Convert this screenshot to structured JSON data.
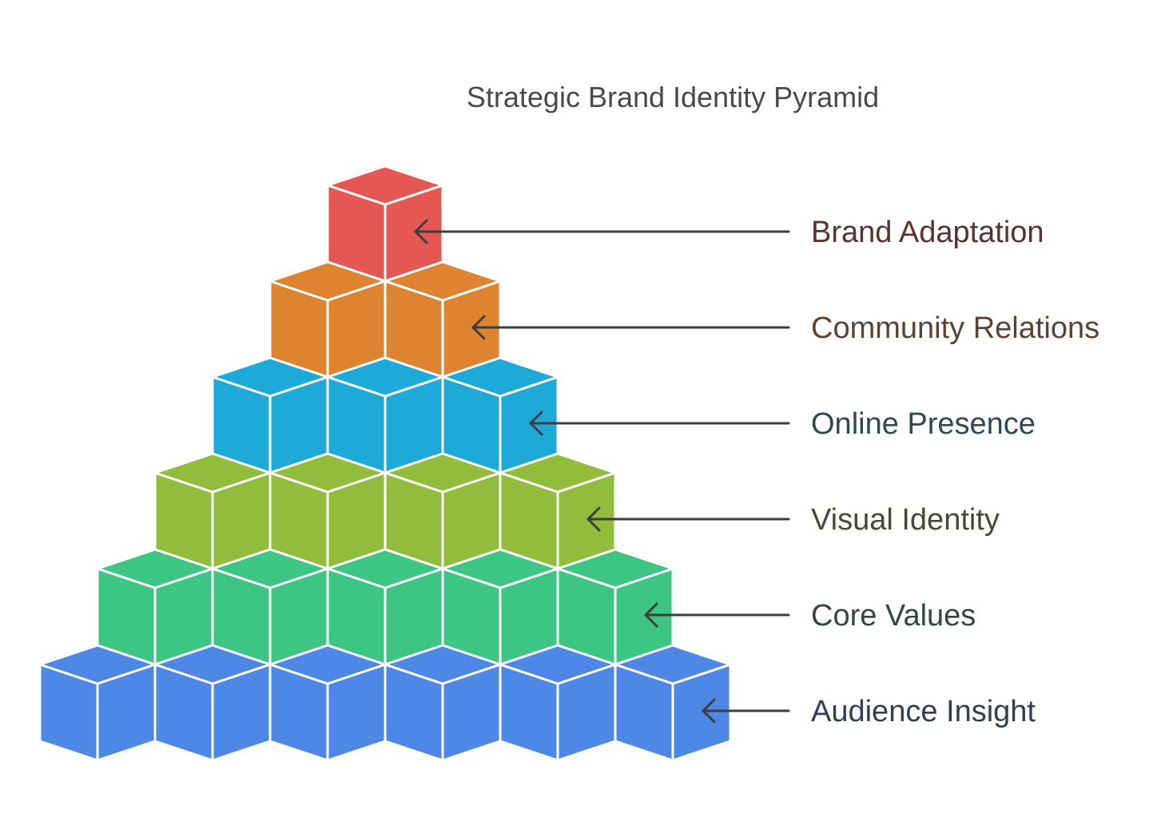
{
  "title": "Strategic Brand Identity Pyramid",
  "layers": [
    {
      "label": "Brand Adaptation",
      "cubes": 1,
      "color": "#e55753",
      "label_color": "#5a3232"
    },
    {
      "label": "Community Relations",
      "cubes": 2,
      "color": "#de8431",
      "label_color": "#5b4330"
    },
    {
      "label": "Online Presence",
      "cubes": 3,
      "color": "#1eaad8",
      "label_color": "#2c4a55"
    },
    {
      "label": "Visual Identity",
      "cubes": 4,
      "color": "#92bc3c",
      "label_color": "#454a32"
    },
    {
      "label": "Core Values",
      "cubes": 5,
      "color": "#3cc583",
      "label_color": "#30493f"
    },
    {
      "label": "Audience Insight",
      "cubes": 6,
      "color": "#4e88e6",
      "label_color": "#313e55"
    }
  ]
}
